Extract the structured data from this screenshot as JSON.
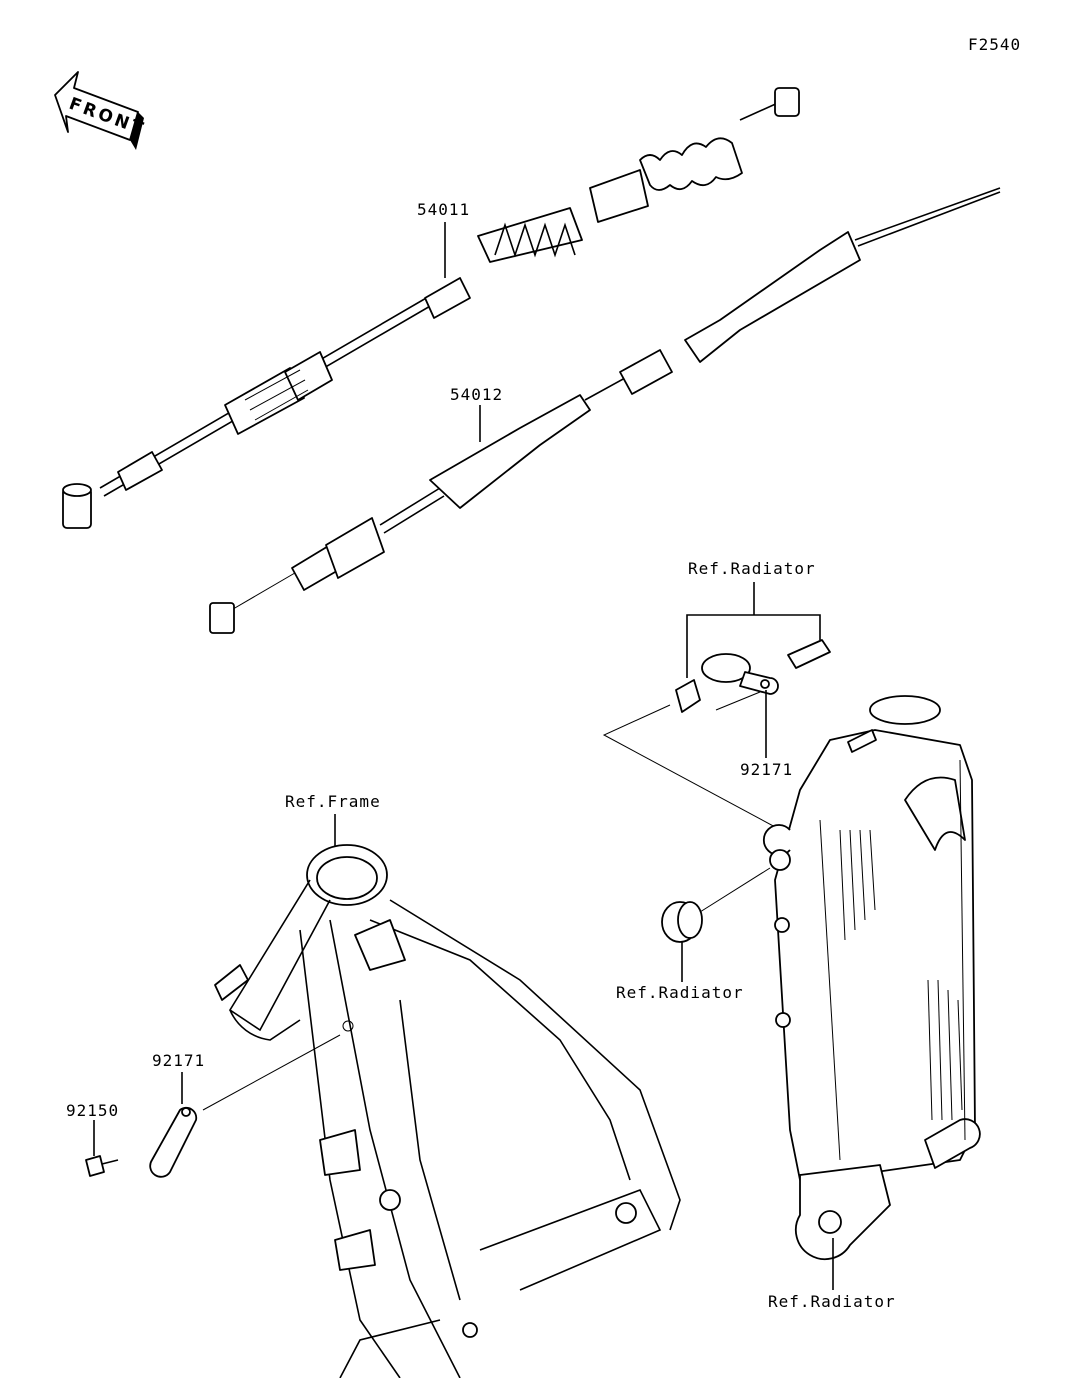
{
  "diagram_id": "F2540",
  "front_arrow": "FRONT",
  "callouts": {
    "clutch_cable": "54011",
    "throttle_cable": "54012",
    "ref_radiator_top": "Ref.Radiator",
    "clamp_right": "92171",
    "ref_frame": "Ref.Frame",
    "ref_radiator_grommet": "Ref.Radiator",
    "clamp_left": "92171",
    "bolt": "92150",
    "ref_radiator_bottom": "Ref.Radiator"
  }
}
